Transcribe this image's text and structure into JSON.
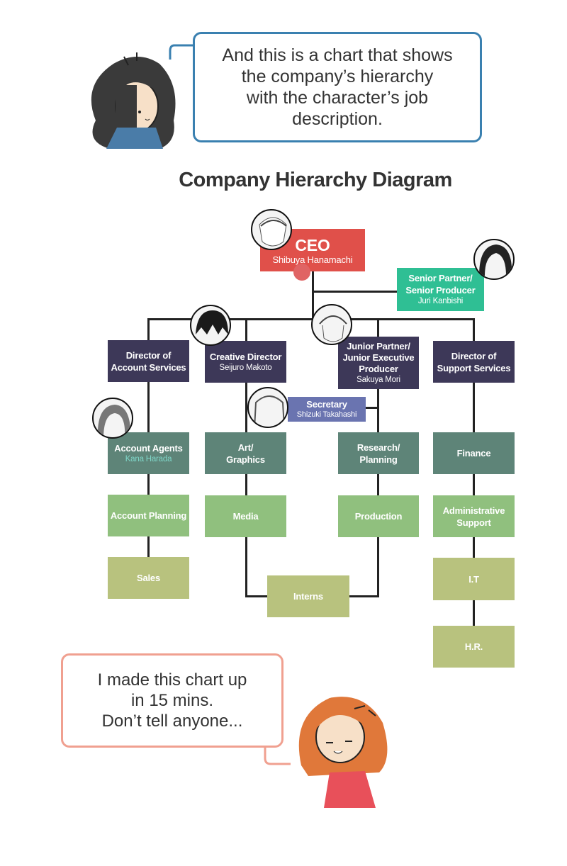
{
  "top_bubble": {
    "text": "And this is a chart that shows\nthe company’s hierarchy\nwith the character’s job\ndescription."
  },
  "title": "Company Hierarchy Diagram",
  "nodes": {
    "ceo": {
      "title": "CEO",
      "name": "Shibuya Hanamachi"
    },
    "senior_partner": {
      "title": "Senior Partner/\nSenior Producer",
      "name": "Juri Kanbishi"
    },
    "dir_account": {
      "title": "Director of\nAccount Services"
    },
    "creative_director": {
      "title": "Creative Director",
      "name": "Seijuro Makoto"
    },
    "junior_partner": {
      "title": "Junior Partner/\nJunior Executive\nProducer",
      "name": "Sakuya Mori"
    },
    "dir_support": {
      "title": "Director of\nSupport Services"
    },
    "secretary": {
      "title": "Secretary",
      "name": "Shizuki Takahashi"
    },
    "account_agents": {
      "title": "Account Agents",
      "name": "Kana Harada"
    },
    "art_graphics": {
      "title": "Art/\nGraphics"
    },
    "research_planning": {
      "title": "Research/\nPlanning"
    },
    "finance": {
      "title": "Finance"
    },
    "account_planning": {
      "title": "Account Planning"
    },
    "media": {
      "title": "Media"
    },
    "production": {
      "title": "Production"
    },
    "admin_support": {
      "title": "Administrative\nSupport"
    },
    "sales": {
      "title": "Sales"
    },
    "interns": {
      "title": "Interns"
    },
    "it": {
      "title": "I.T"
    },
    "hr": {
      "title": "H.R."
    }
  },
  "bottom_bubble": {
    "text": "I made this chart up\nin 15 mins.\nDon’t tell anyone..."
  },
  "colors": {
    "ceo": "#e0504a",
    "senior": "#2fbf94",
    "director": "#3d3858",
    "secretary": "#6a74b0",
    "dept": "#5e8478",
    "sub": "#90c07e",
    "leaf": "#b8c27e",
    "top_bubble": "#3a80b0",
    "bottom_bubble": "#f0a090"
  }
}
